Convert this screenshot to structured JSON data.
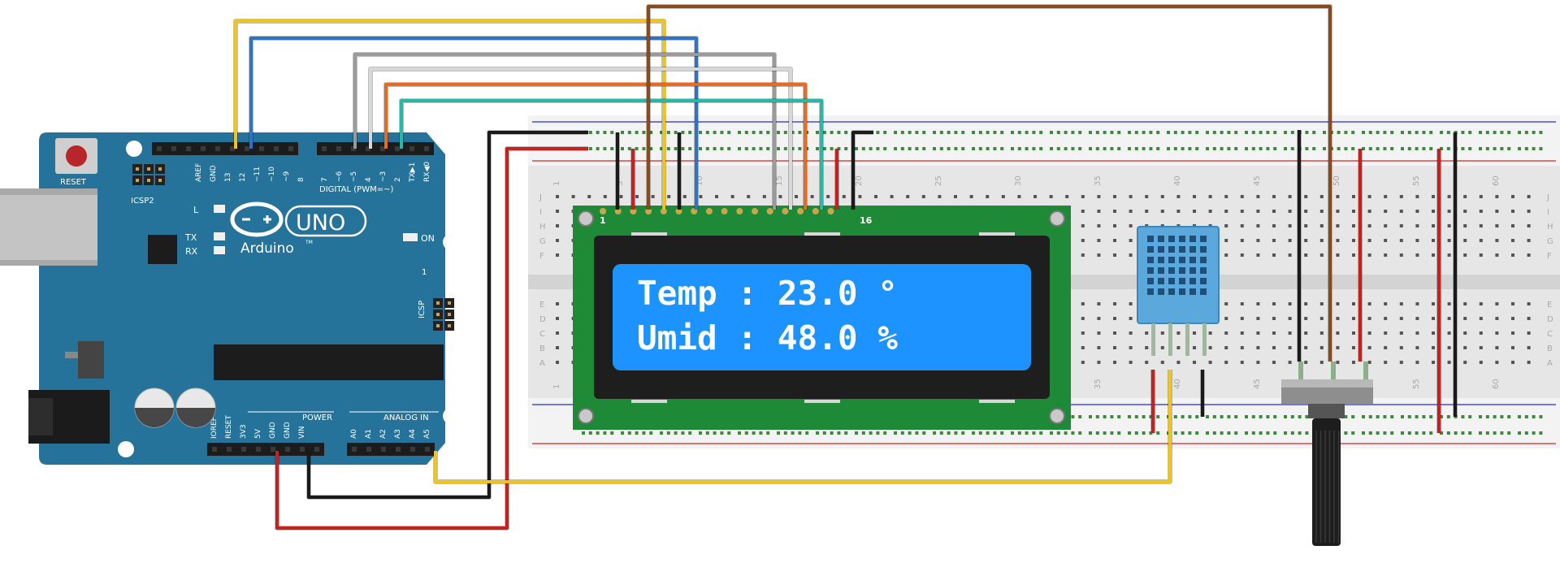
{
  "colors": {
    "arduino_board": "#25739a",
    "breadboard": "#e6e6e6",
    "lcd_pcb": "#1e8a38",
    "lcd_screen": "#1d93ff",
    "dht_body": "#5ba8dc",
    "wire_red": "#c81f1f",
    "wire_black": "#1a1a1a",
    "wire_yellow": "#f0c419",
    "wire_blue": "#2f73c9",
    "wire_gray": "#9a9a9a",
    "wire_white": "#d8d8d8",
    "wire_orange": "#ea6a22",
    "wire_teal": "#28b8a8",
    "wire_brown": "#8a4a1c"
  },
  "arduino": {
    "reset_label": "RESET",
    "icsp2_label": "ICSP2",
    "icsp_label": "ICSP",
    "icsp_pin1": "1",
    "logo_text": "Arduino",
    "logo_tm": "TM",
    "model": "UNO",
    "led_l": "L",
    "led_tx": "TX",
    "led_rx": "RX",
    "led_on": "ON",
    "digital_label": "DIGITAL (PWM=~)",
    "power_label": "POWER",
    "analog_label": "ANALOG IN",
    "digital_pins_left": [
      "AREF",
      "GND",
      "13",
      "12",
      "~11",
      "~10",
      "~9",
      "8"
    ],
    "digital_pins_right": [
      "7",
      "~6",
      "~5",
      "4",
      "~3",
      "2",
      "TX▶1",
      "RX◀0"
    ],
    "power_pins": [
      "IOREF",
      "RESET",
      "3V3",
      "5V",
      "GND",
      "GND",
      "VIN"
    ],
    "analog_pins": [
      "A0",
      "A1",
      "A2",
      "A3",
      "A4",
      "A5"
    ]
  },
  "breadboard": {
    "row_letters_top": [
      "J",
      "I",
      "H",
      "G",
      "F"
    ],
    "row_letters_bottom": [
      "E",
      "D",
      "C",
      "B",
      "A"
    ],
    "column_numbers": [
      "1",
      "5",
      "10",
      "15",
      "20",
      "25",
      "30",
      "35",
      "40",
      "45",
      "50",
      "55",
      "60"
    ]
  },
  "lcd": {
    "pin_first": "1",
    "pin_last": "16",
    "line1": "Temp : 23.0 °",
    "line2": "Umid : 48.0 %"
  }
}
